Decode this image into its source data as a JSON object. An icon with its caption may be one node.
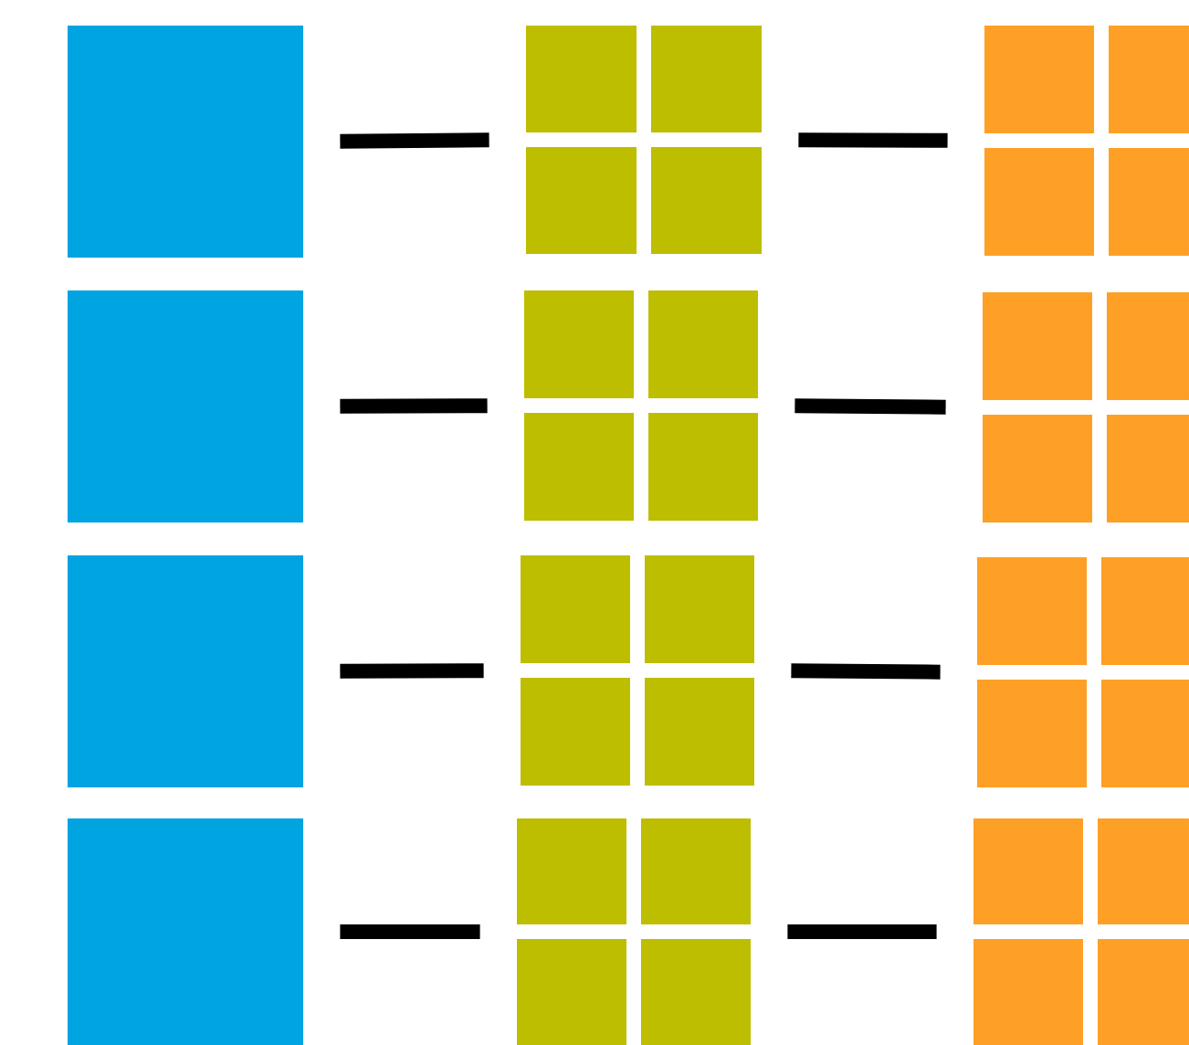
{
  "diagram": {
    "nodes": [
      {
        "text": [],
        "shape": "box"
      },
      {
        "text": [],
        "shape": "grid"
      },
      {
        "text": [],
        "shape": "grid"
      },
      {
        "text": [],
        "shape": "box"
      },
      {
        "text": [],
        "shape": "grid"
      },
      {
        "text": [],
        "shape": "grid"
      },
      {
        "text": [],
        "shape": "box"
      },
      {
        "text": [],
        "shape": "grid"
      },
      {
        "text": [],
        "shape": "grid"
      },
      {
        "text": [],
        "shape": "box"
      },
      {
        "text": [],
        "shape": "grid"
      },
      {
        "text": [],
        "shape": "grid"
      }
    ],
    "edges": [
      {
        "from": 0,
        "to": 1,
        "arrow": "none"
      },
      {
        "from": 1,
        "to": 2,
        "arrow": "none"
      },
      {
        "from": 3,
        "to": 4,
        "arrow": "none"
      },
      {
        "from": 4,
        "to": 5,
        "arrow": "none"
      },
      {
        "from": 6,
        "to": 7,
        "arrow": "none"
      },
      {
        "from": 7,
        "to": 8,
        "arrow": "none"
      },
      {
        "from": 9,
        "to": 10,
        "arrow": "none"
      },
      {
        "from": 10,
        "to": 11,
        "arrow": "none"
      }
    ]
  }
}
